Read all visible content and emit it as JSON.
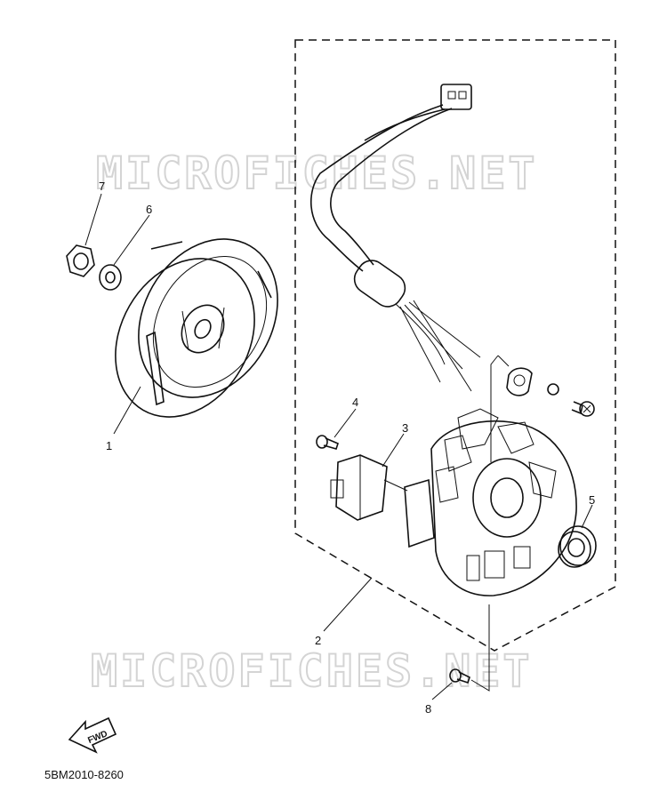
{
  "diagram": {
    "code": "5BM2010-8260",
    "watermark": "MICROFICHES.NET",
    "direction_label": "FWD",
    "callouts": [
      "1",
      "2",
      "3",
      "4",
      "5",
      "6",
      "7",
      "8"
    ]
  },
  "colors": {
    "line": "#111111",
    "watermark": "#d4d4d4",
    "background": "#ffffff"
  }
}
